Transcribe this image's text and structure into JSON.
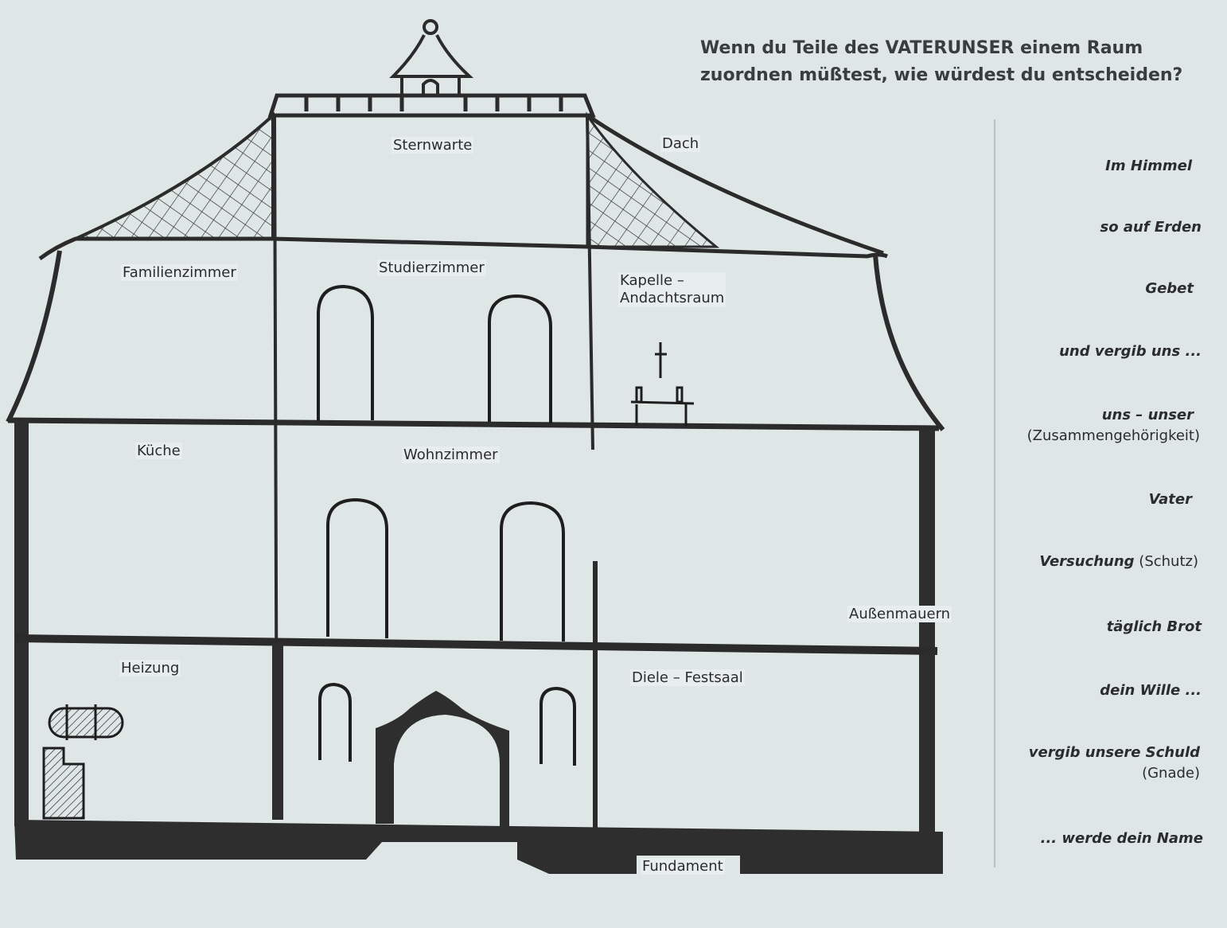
{
  "heading": {
    "line1": "Wenn du Teile des VATERUNSER einem Raum",
    "line2": "zuordnen müßtest, wie würdest  du entscheiden?"
  },
  "rooms": {
    "sternwarte": "Sternwarte",
    "dach": "Dach",
    "familienzimmer": "Familienzimmer",
    "studierzimmer": "Studierzimmer",
    "kapelle_line1": "Kapelle –",
    "kapelle_line2": "Andachtsraum",
    "kueche": "Küche",
    "wohnzimmer": "Wohnzimmer",
    "aussenmauern": "Außenmauern",
    "heizung": "Heizung",
    "diele": "Diele – Festsaal",
    "fundament": "Fundament"
  },
  "phrases": [
    {
      "main": "Im Himmel",
      "extra": ""
    },
    {
      "main": "so auf Erden",
      "extra": ""
    },
    {
      "main": "Gebet",
      "extra": ""
    },
    {
      "main": "und vergib uns ...",
      "extra": ""
    },
    {
      "main": "uns – unser",
      "extra": "(Zusammengehörigkeit)"
    },
    {
      "main": "Vater",
      "extra": ""
    },
    {
      "main": "Versuchung",
      "extra": "(Schutz)"
    },
    {
      "main": "täglich Brot",
      "extra": ""
    },
    {
      "main": "dein Wille ...",
      "extra": ""
    },
    {
      "main": "vergib unsere Schuld",
      "extra": "(Gnade)"
    },
    {
      "main": "... werde dein Name",
      "extra": ""
    }
  ]
}
